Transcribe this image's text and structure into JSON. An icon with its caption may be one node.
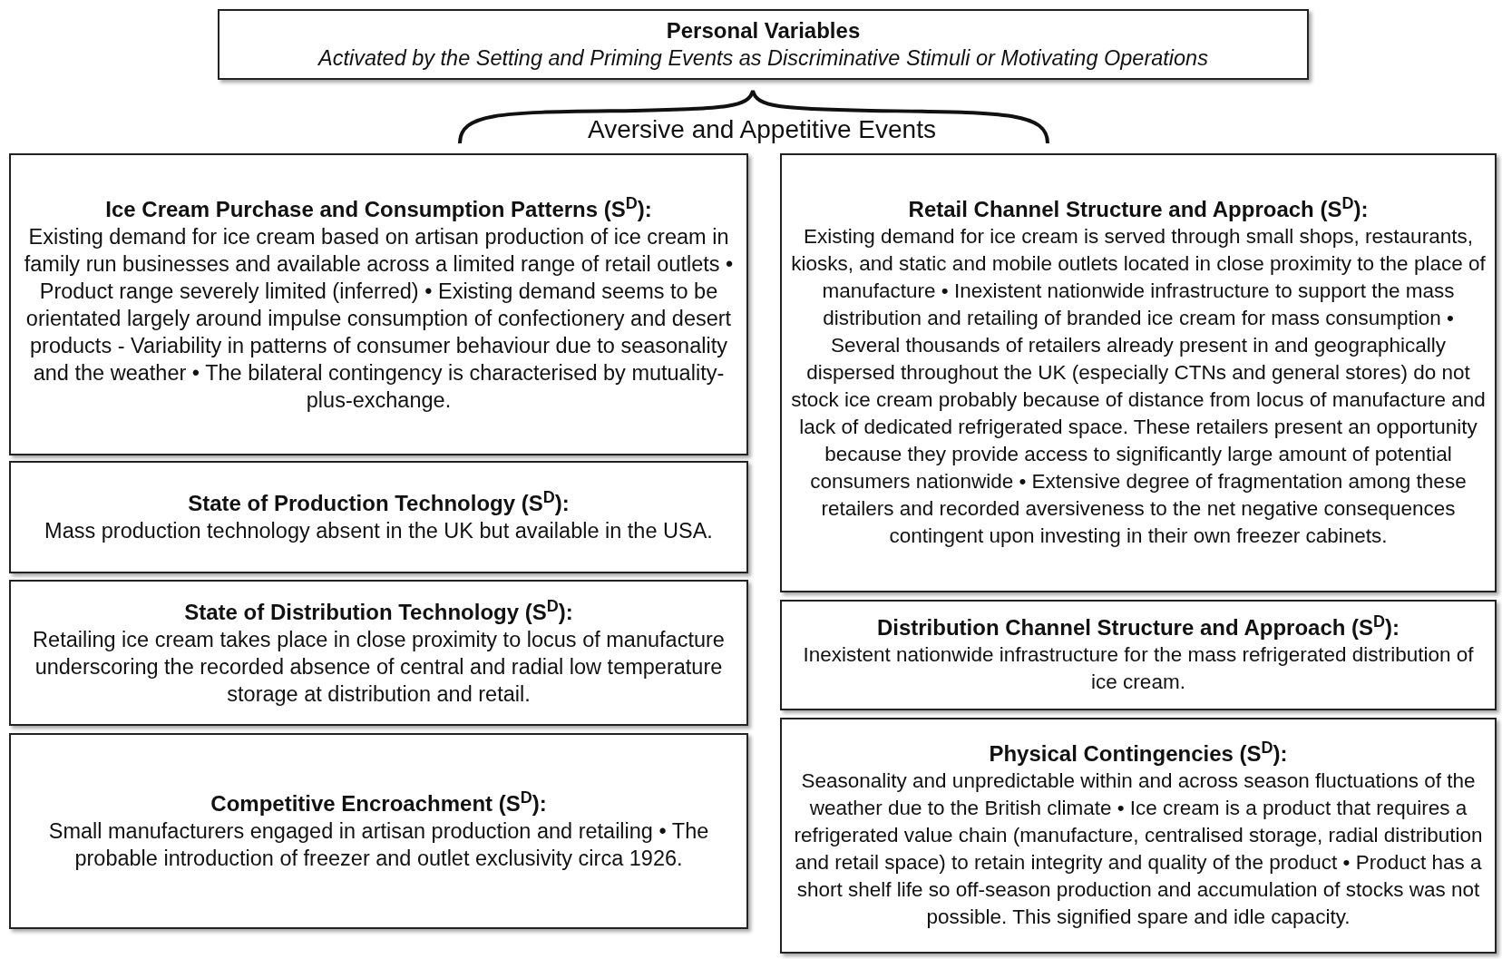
{
  "diagram": {
    "nodes": [
      {
        "text": [
          "Personal Variables",
          "Activated by the Setting and Priming Events as Discriminative Stimuli or Motivating Operations"
        ]
      },
      {
        "text": [
          "Ice Cream Purchase and Consumption Patterns (S$^{D}$):",
          "Existing demand for ice cream based on artisan production of ice cream in family run businesses and available across a limited range of retail outlets • Product range severely limited (inferred) • Existing demand seems to be orientated largely around impulse consumption of confectionery and desert products - Variability in patterns of consumer behaviour due to seasonality and the weather • The bilateral contingency is characterised by mutuality-plus-exchange."
        ]
      },
      {
        "text": [
          "State of Production Technology (S$^{D}$):",
          "Mass production technology absent in the UK but available in the USA."
        ]
      },
      {
        "text": [
          "State of Distribution Technology (S$^{D}$):",
          "Retailing ice cream takes place in close proximity to locus of manufacture underscoring the recorded absence of central and radial low temperature storage at distribution and retail."
        ]
      },
      {
        "text": [
          "Competitive Encroachment (S$^{D}$):",
          "Small manufacturers engaged in artisan production and retailing • The probable introduction of freezer and outlet exclusivity circa 1926."
        ]
      },
      {
        "text": [
          "Retail Channel Structure and Approach (S$^{D}$):",
          "Existing demand for ice cream is served through small shops, restaurants, kiosks, and static and mobile outlets located in close proximity to the place of manufacture • Inexistent nationwide infrastructure to support the mass distribution and retailing of branded ice cream for mass consumption • Several thousands of retailers already present in and geographically dispersed throughout the UK (especially CTNs and general stores) do not stock ice cream probably because of distance from locus of manufacture and lack of dedicated refrigerated space.  These retailers present an opportunity because they provide access to significantly large amount of potential consumers nationwide • Extensive degree of fragmentation among these retailers and recorded aversiveness to the net negative consequences contingent upon investing in their own freezer cabinets."
        ]
      },
      {
        "text": [
          "Distribution Channel Structure and Approach (S$^{D}$):",
          "Inexistent nationwide infrastructure for the mass refrigerated distribution of ice cream."
        ]
      },
      {
        "text": [
          "Physical Contingencies (S$^{D}$):",
          "Seasonality and unpredictable within and across season fluctuations of the weather due to the British climate • Ice cream is a product that requires a refrigerated value chain (manufacture, centralised storage, radial distribution and retail space) to retain integrity and quality of the product • Product has a short shelf life so off-season production and accumulation of stocks was not possible. This signified spare and idle capacity."
        ]
      }
    ],
    "labels": [
      "Aversive and Appetitive Events"
    ]
  }
}
